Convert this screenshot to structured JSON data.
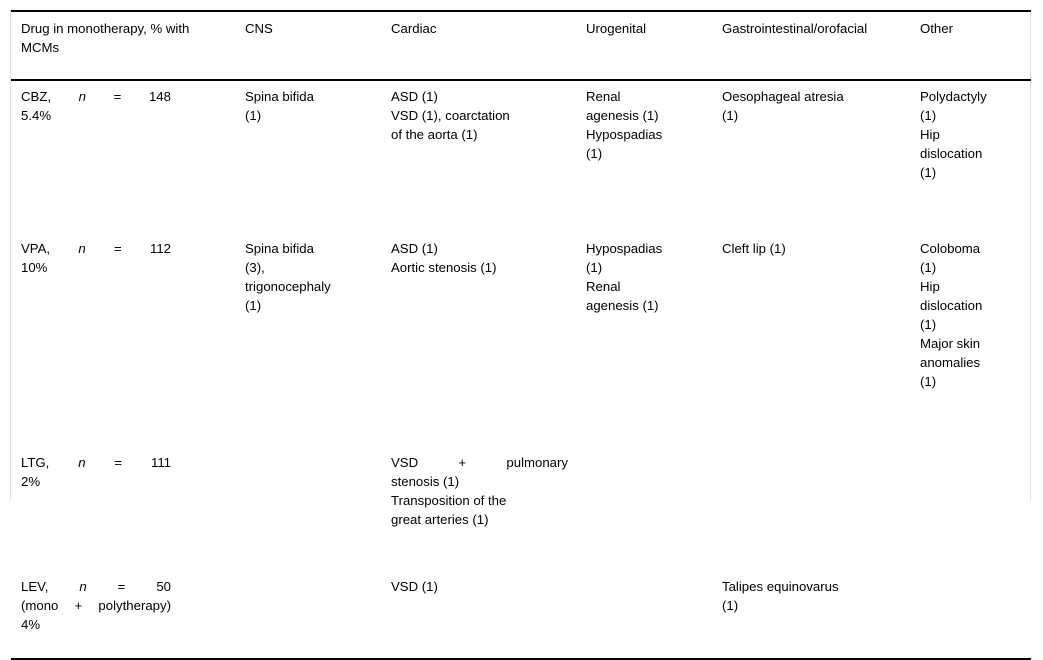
{
  "table": {
    "columns": [
      {
        "key": "drug",
        "label": "Drug in monotherapy, % with MCMs"
      },
      {
        "key": "cns",
        "label": "CNS"
      },
      {
        "key": "cardiac",
        "label": "Cardiac"
      },
      {
        "key": "urogen",
        "label": "Urogenital"
      },
      {
        "key": "gi",
        "label": "Gastrointestinal/orofacial"
      },
      {
        "key": "other",
        "label": "Other"
      }
    ],
    "rows": [
      {
        "id": "cbz",
        "drug_line1_a": "CBZ,",
        "drug_line1_n": "n",
        "drug_line1_eq": "=",
        "drug_line1_val": "148",
        "drug_line2": "5.4%",
        "cns": [
          "Spina bifida",
          "(1)"
        ],
        "cardiac": [
          "ASD (1)",
          "VSD (1), coarctation",
          "of the aorta (1)"
        ],
        "urogen": [
          "Renal",
          "agenesis (1)",
          "Hypospadias",
          "(1)"
        ],
        "gi": [
          "Oesophageal atresia",
          "(1)"
        ],
        "other": [
          "Polydactyly",
          "(1)",
          "Hip",
          "dislocation",
          "(1)"
        ]
      },
      {
        "id": "vpa",
        "drug_line1_a": "VPA,",
        "drug_line1_n": "n",
        "drug_line1_eq": "=",
        "drug_line1_val": "112",
        "drug_line2": "10%",
        "cns": [
          "Spina bifida",
          "(3),",
          "trigonocephaly",
          "(1)"
        ],
        "cardiac": [
          "ASD (1)",
          "Aortic stenosis (1)"
        ],
        "urogen": [
          "Hypospadias",
          "(1)",
          "Renal",
          "agenesis (1)"
        ],
        "gi": [
          "Cleft lip (1)"
        ],
        "other": [
          "Coloboma",
          "(1)",
          "Hip",
          "dislocation",
          "(1)",
          "Major skin",
          "anomalies",
          "(1)"
        ]
      },
      {
        "id": "ltg",
        "drug_line1_a": "LTG,",
        "drug_line1_n": "n",
        "drug_line1_eq": "=",
        "drug_line1_val": "111",
        "drug_line2": "2%",
        "cns": [],
        "cardiac": [
          "VSD + pulmonary",
          "stenosis (1)",
          "Transposition of the",
          "great arteries (1)"
        ],
        "urogen": [],
        "gi": [],
        "other": []
      },
      {
        "id": "lev",
        "drug_line1_a": "LEV,",
        "drug_line1_n": "n",
        "drug_line1_eq": "=",
        "drug_line1_val": "50",
        "drug_line2": "(mono + polytherapy)",
        "drug_line3": "4%",
        "cns": [],
        "cardiac": [
          "VSD (1)"
        ],
        "urogen": [],
        "gi": [
          "Talipes equinovarus",
          "(1)"
        ],
        "other": []
      }
    ]
  },
  "colors": {
    "text": "#000000",
    "rule": "#000000",
    "side_rule": "#e2e2e2",
    "background": "#ffffff"
  }
}
